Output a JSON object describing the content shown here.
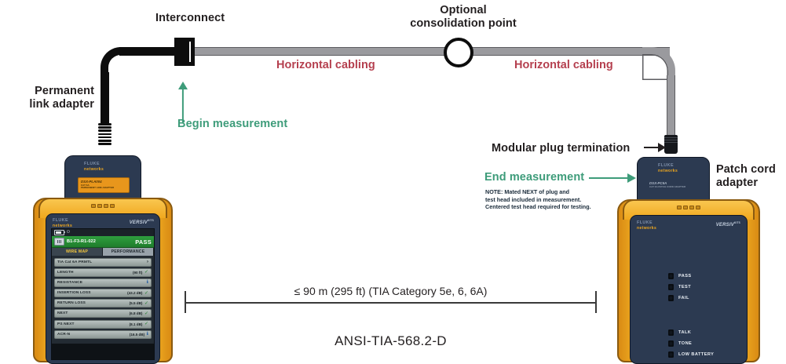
{
  "diagram": {
    "standard_label": "ANSI-TIA-568.2-D",
    "dimension_label": "≤ 90 m (295 ft) (TIA Category 5e, 6, 6A)",
    "labels": {
      "interconnect": "Interconnect",
      "optional_consolidation_point": "Optional\nconsolidation point",
      "horizontal_cabling_left": "Horizontal cabling",
      "horizontal_cabling_right": "Horizontal cabling",
      "permanent_link_adapter": "Permanent\nlink adapter",
      "patch_cord_adapter": "Patch cord\nadapter",
      "begin_measurement": "Begin measurement",
      "end_measurement": "End measurement",
      "modular_plug_termination": "Modular plug termination"
    },
    "note": {
      "prefix": "NOTE:",
      "line1": " Mated NEXT of plug and",
      "line2": "test head included in measurement.",
      "line3": "Centered test head required for testing."
    },
    "colors": {
      "crimson": "#b5404f",
      "green": "#3e9c7a",
      "cable_gray": "#9a9a9e",
      "cable_black": "#0d0d0d",
      "tester_orange": "#f0a81e",
      "tester_navy": "#2c3a51",
      "pass_green": "#2f9e3e"
    }
  },
  "main_tester": {
    "brand": "FLUKE",
    "brand_sub": "networks",
    "model": "VERSIV",
    "model_sup": "KITS",
    "adapter": {
      "model": "DSX-PLA004",
      "category": "CAT 6A",
      "description": "PERMANENT LINK ADAPTER"
    },
    "screen": {
      "status_icon": "plug-icon",
      "battery_level": "62%",
      "result_id": "B1-F3-R1-022",
      "result_status": "PASS",
      "tabs": [
        {
          "label": "WIRE MAP",
          "active": true
        },
        {
          "label": "PERFORMANCE",
          "active": false
        }
      ],
      "rows": [
        {
          "name": "TIA Cat 6A PRMTL",
          "value": "",
          "marker": "chevron"
        },
        {
          "name": "LENGTH",
          "value": "(90 ft)",
          "marker": "check"
        },
        {
          "name": "RESISTANCE",
          "value": "",
          "marker": "info"
        },
        {
          "name": "INSERTION LOSS",
          "value": "(43.2 dB)",
          "marker": "check"
        },
        {
          "name": "RETURN LOSS",
          "value": "(5.5 dB)",
          "marker": "check"
        },
        {
          "name": "NEXT",
          "value": "(6.8 dB)",
          "marker": "check"
        },
        {
          "name": "PS NEXT",
          "value": "(8.1 dB)",
          "marker": "check"
        },
        {
          "name": "ACR-N",
          "value": "(16.5 dB)",
          "marker": "info"
        }
      ]
    }
  },
  "remote_tester": {
    "brand": "FLUKE",
    "brand_sub": "networks",
    "model": "VERSIV",
    "model_sup": "KITS",
    "adapter": {
      "model": "DSX-PC6A",
      "description": "CAT 6A PATCH CORD ADAPTER"
    },
    "leds": [
      {
        "label": "PASS"
      },
      {
        "label": "TEST"
      },
      {
        "label": "FAIL"
      },
      {
        "label": "TALK"
      },
      {
        "label": "TONE"
      },
      {
        "label": "LOW BATTERY"
      }
    ]
  }
}
